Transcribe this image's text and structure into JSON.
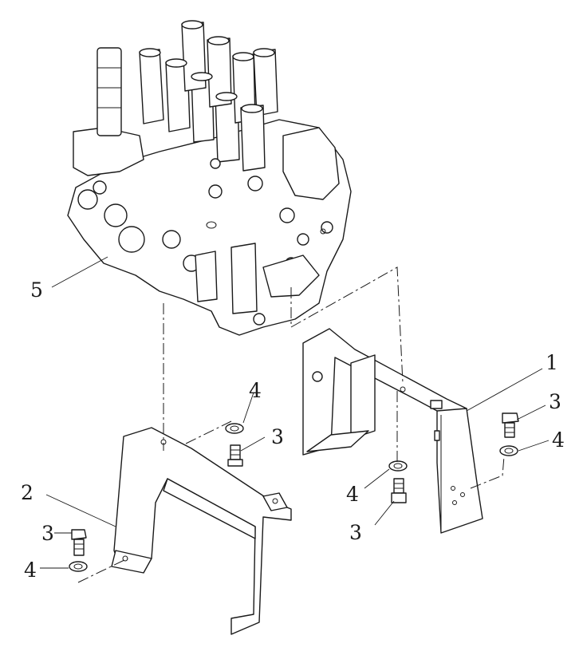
{
  "diagram": {
    "callouts": {
      "bracket_right": "1",
      "bracket_left": "2",
      "bolt_left": "3",
      "bolt_center": "3",
      "bolt_right_lower": "3",
      "bolt_right_upper": "3",
      "washer_left": "4",
      "washer_center_upper": "4",
      "washer_center_lower": "4",
      "washer_right": "4",
      "valve": "5"
    },
    "colors": {
      "line": "#1a1a1a",
      "background": "#ffffff"
    },
    "parts": [
      "control-valve",
      "right-mounting-bracket",
      "left-mounting-bracket",
      "hex-bolt",
      "lock-washer"
    ]
  }
}
